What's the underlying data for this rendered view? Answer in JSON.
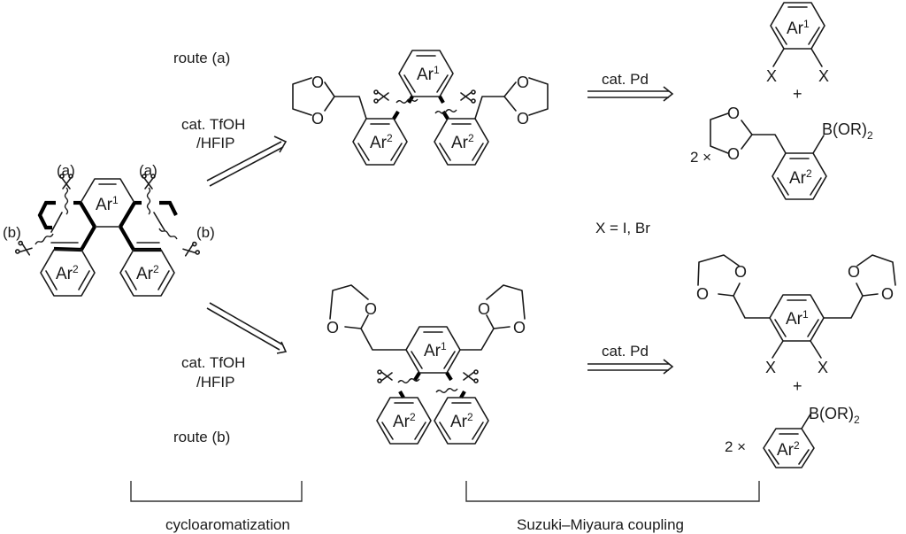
{
  "figure": {
    "type": "retrosynthesis scheme",
    "colors": {
      "ink": "#1a1a1a",
      "background": "#ffffff"
    }
  },
  "target": {
    "rings": [
      "Ar1",
      "Ar2",
      "Ar2"
    ],
    "disconnection_labels": {
      "top_left": "(a)",
      "top_right": "(a)",
      "side_left": "(b)",
      "side_right": "(b)"
    },
    "cut_icon": "scissors-icon"
  },
  "route_a": {
    "label": "route (a)",
    "step1": {
      "reagent_line1": "cat. TfOH",
      "reagent_line2": "/HFIP"
    },
    "intermediate": {
      "center_ring": "Ar1",
      "side_rings": [
        "Ar2",
        "Ar2"
      ],
      "protecting_group": "1,3-dioxolane"
    },
    "step2": {
      "reagent": "cat. Pd"
    },
    "precursors": {
      "dihalide": {
        "ring": "Ar1",
        "substituents": [
          "X",
          "X"
        ]
      },
      "plus": "+",
      "boronate": {
        "multiplier": "2 ×",
        "ring": "Ar2",
        "group": "B(OR)2"
      }
    }
  },
  "route_b": {
    "label": "route (b)",
    "step1": {
      "reagent_line1": "cat. TfOH",
      "reagent_line2": "/HFIP"
    },
    "intermediate": {
      "center_ring": "Ar1",
      "side_rings": [
        "Ar2",
        "Ar2"
      ],
      "protecting_group": "1,3-dioxolane"
    },
    "step2": {
      "reagent": "cat. Pd"
    },
    "precursors": {
      "dihalide": {
        "ring": "Ar1",
        "substituents": [
          "X",
          "X"
        ]
      },
      "plus": "+",
      "boronate": {
        "multiplier": "2 ×",
        "ring": "Ar2",
        "group": "B(OR)2"
      }
    }
  },
  "note": "X = I, Br",
  "brackets": {
    "left": "cycloaromatization",
    "right": "Suzuki–Miyaura coupling"
  },
  "text": {
    "ar": "Ar",
    "sup1": "1",
    "sup2": "2",
    "O": "O",
    "X": "X",
    "B_OR": "B(OR)",
    "sub2": "2"
  }
}
